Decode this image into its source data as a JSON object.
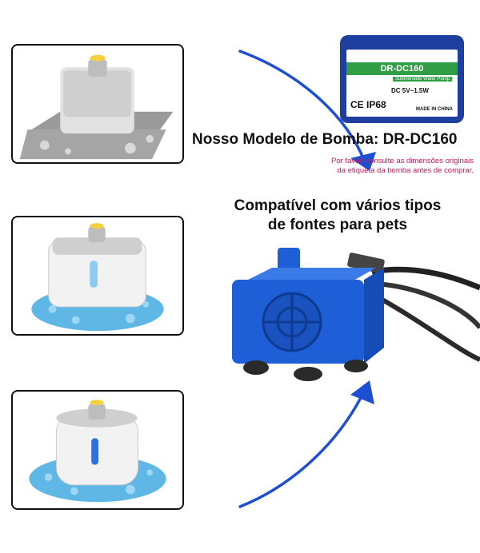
{
  "label": {
    "model": "DR-DC160",
    "subtitle": "Submersible Water Pump",
    "spec": "DC 5V~1.5W",
    "marks": "CE IP68",
    "made": "MADE IN CHINA"
  },
  "heading": {
    "pump_model_title": "Nosso Modelo de Bomba: DR-DC160",
    "notice_line1": "Por favor, consulte as dimensões originais",
    "notice_line2": "da etiqueta da bomba antes de comprar.",
    "compat_line1": "Compatível com vários tipos",
    "compat_line2": "de fontes para pets"
  },
  "colors": {
    "pump_blue": "#1e5fd8",
    "arrow_blue": "#1f4fd1",
    "notice_pink": "#c2185b",
    "label_green": "#2f9e44"
  }
}
